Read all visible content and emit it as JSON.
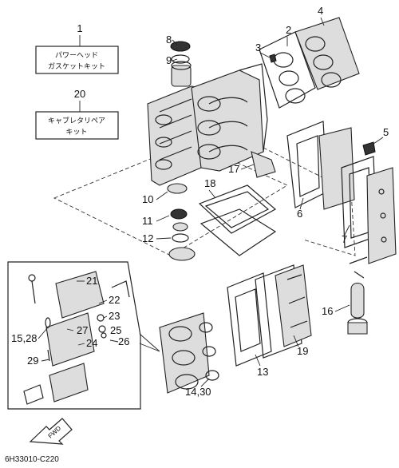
{
  "kits": [
    {
      "number": "1",
      "line1": "パワーヘッド",
      "line2": "ガスケットキット"
    },
    {
      "number": "20",
      "line1": "キャブレタリペア",
      "line2": "キット"
    }
  ],
  "callouts": {
    "p2": "2",
    "p3": "3",
    "p4": "4",
    "p5": "5",
    "p6": "6",
    "p7": "7",
    "p8": "8",
    "p9": "9",
    "p10": "10",
    "p11": "11",
    "p12": "12",
    "p13": "13",
    "p14_30": "14,30",
    "p15_28": "15,28",
    "p16": "16",
    "p17": "17",
    "p18": "18",
    "p19": "19",
    "p21": "21",
    "p22": "22",
    "p23": "23",
    "p24": "24",
    "p25": "25",
    "p26": "26",
    "p27": "27",
    "p29": "29"
  },
  "fwd_label": "FWD",
  "drawing_code": "6H33010-C220"
}
